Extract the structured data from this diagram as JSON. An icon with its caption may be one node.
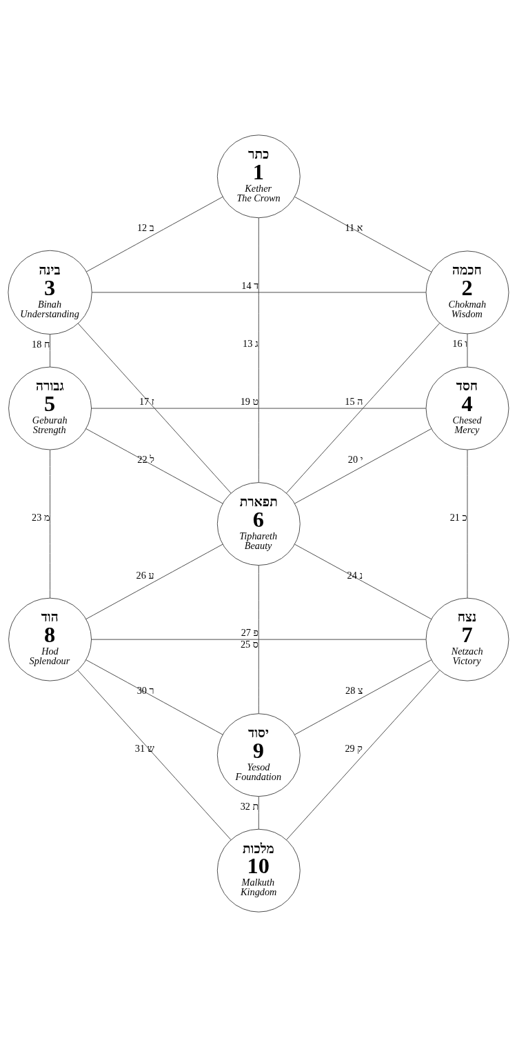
{
  "diagram": {
    "nodes": [
      {
        "text": [
          "כתר",
          "1",
          "Kether",
          "The Crown"
        ]
      },
      {
        "text": [
          "בינה",
          "3",
          "Binah",
          "Understanding"
        ]
      },
      {
        "text": [
          "חכמה",
          "2",
          "Chokmah",
          "Wisdom"
        ]
      },
      {
        "text": [
          "גבורה",
          "5",
          "Geburah",
          "Strength"
        ]
      },
      {
        "text": [
          "חסד",
          "4",
          "Chesed",
          "Mercy"
        ]
      },
      {
        "text": [
          "תפארת",
          "6",
          "Tiphareth",
          "Beauty"
        ]
      },
      {
        "text": [
          "הוד",
          "8",
          "Hod",
          "Splendour"
        ]
      },
      {
        "text": [
          "נצח",
          "7",
          "Netzach",
          "Victory"
        ]
      },
      {
        "text": [
          "יסוד",
          "9",
          "Yesod",
          "Foundation"
        ]
      },
      {
        "text": [
          "מלכות",
          "10",
          "Malkuth",
          "Kingdom"
        ]
      }
    ],
    "edges": [
      {
        "from": 0,
        "to": 2,
        "arrow": "none",
        "label": "11 א"
      },
      {
        "from": 0,
        "to": 1,
        "arrow": "none",
        "label": "12 ב"
      },
      {
        "from": 0,
        "to": 5,
        "arrow": "none",
        "label": "13 ג"
      },
      {
        "from": 1,
        "to": 2,
        "arrow": "none",
        "label": "14 ד"
      },
      {
        "from": 2,
        "to": 5,
        "arrow": "none",
        "label": "15 ה"
      },
      {
        "from": 2,
        "to": 4,
        "arrow": "none",
        "label": "16 ו"
      },
      {
        "from": 1,
        "to": 5,
        "arrow": "none",
        "label": "17 ז"
      },
      {
        "from": 1,
        "to": 3,
        "arrow": "none",
        "label": "18 ח"
      },
      {
        "from": 3,
        "to": 4,
        "arrow": "none",
        "label": "19 ט"
      },
      {
        "from": 4,
        "to": 5,
        "arrow": "none",
        "label": "20 י"
      },
      {
        "from": 4,
        "to": 7,
        "arrow": "none",
        "label": "21 כ"
      },
      {
        "from": 3,
        "to": 5,
        "arrow": "none",
        "label": "22 ל"
      },
      {
        "from": 3,
        "to": 6,
        "arrow": "none",
        "label": "23 מ"
      },
      {
        "from": 5,
        "to": 7,
        "arrow": "none",
        "label": "24 נ"
      },
      {
        "from": 5,
        "to": 8,
        "arrow": "none",
        "label": "25 ס"
      },
      {
        "from": 5,
        "to": 6,
        "arrow": "none",
        "label": "26 ע"
      },
      {
        "from": 6,
        "to": 7,
        "arrow": "none",
        "label": "27 פ"
      },
      {
        "from": 7,
        "to": 8,
        "arrow": "none",
        "label": "28 צ"
      },
      {
        "from": 7,
        "to": 9,
        "arrow": "none",
        "label": "29 ק"
      },
      {
        "from": 6,
        "to": 8,
        "arrow": "none",
        "label": "30 ר"
      },
      {
        "from": 6,
        "to": 9,
        "arrow": "none",
        "label": "31 ש"
      },
      {
        "from": 8,
        "to": 9,
        "arrow": "none",
        "label": "32 ת"
      }
    ]
  }
}
